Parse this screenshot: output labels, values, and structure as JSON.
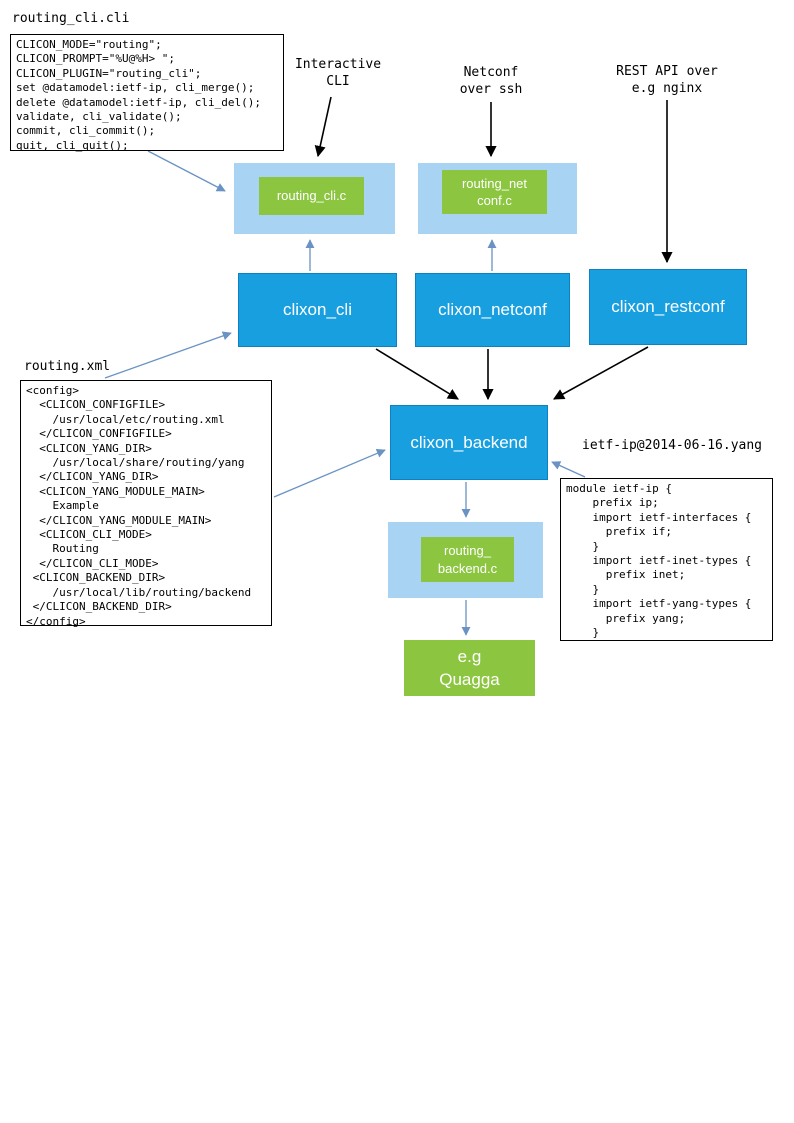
{
  "files": {
    "cli": {
      "title": "routing_cli.cli",
      "code": "CLICON_MODE=\"routing\";\nCLICON_PROMPT=\"%U@%H> \";\nCLICON_PLUGIN=\"routing_cli\";\nset @datamodel:ietf-ip, cli_merge();\ndelete @datamodel:ietf-ip, cli_del();\nvalidate, cli_validate();\ncommit, cli_commit();\nquit, cli_quit();"
    },
    "xml": {
      "title": "routing.xml",
      "code": "<config>\n  <CLICON_CONFIGFILE>\n    /usr/local/etc/routing.xml\n  </CLICON_CONFIGFILE>\n  <CLICON_YANG_DIR>\n    /usr/local/share/routing/yang\n  </CLICON_YANG_DIR>\n  <CLICON_YANG_MODULE_MAIN>\n    Example\n  </CLICON_YANG_MODULE_MAIN>\n  <CLICON_CLI_MODE>\n    Routing\n  </CLICON_CLI_MODE>\n <CLICON_BACKEND_DIR>\n    /usr/local/lib/routing/backend\n </CLICON_BACKEND_DIR>\n</config>"
    },
    "yang": {
      "title": "ietf-ip@2014-06-16.yang",
      "code": "module ietf-ip {\n    prefix ip;\n    import ietf-interfaces {\n      prefix if;\n    }\n    import ietf-inet-types {\n      prefix inet;\n    }\n    import ietf-yang-types {\n      prefix yang;\n    }"
    }
  },
  "labels": {
    "interactive_cli": "Interactive\nCLI",
    "netconf_ssh": "Netconf\nover ssh",
    "rest_api": "REST API over\ne.g nginx"
  },
  "nodes": {
    "plugin_cli": "routing_cli.c",
    "plugin_netconf": "routing_net\nconf.c",
    "clixon_cli": "clixon_cli",
    "clixon_netconf": "clixon_netconf",
    "clixon_restconf": "clixon_restconf",
    "clixon_backend": "clixon_backend",
    "plugin_backend": "routing_\nbackend.c",
    "quagga": "e.g\nQuagga"
  },
  "colors": {
    "node_blue": "#189fe0",
    "node_light_blue": "#a8d3f2",
    "node_green": "#8cc540",
    "arrow_black": "#000000",
    "arrow_blue": "#6a93c3"
  }
}
